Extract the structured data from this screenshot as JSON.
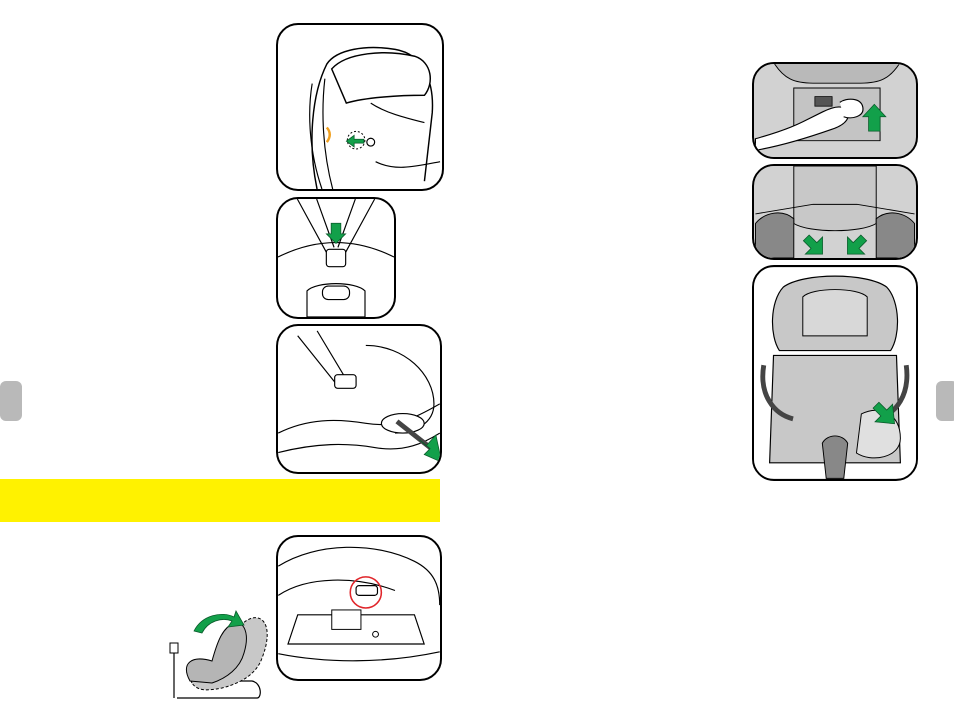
{
  "page": {
    "left_tab_color": "#b9b9b9",
    "right_tab_color": "#b9b9b9",
    "banner": {
      "color": "#fff200",
      "text": ""
    }
  },
  "figures": {
    "left_column": [
      {
        "name": "headrest-release",
        "icon": "headrest-arrow-icon"
      },
      {
        "name": "buckle-release",
        "icon": "buckle-arrow-icon"
      },
      {
        "name": "strap-pull",
        "icon": "strap-pull-arrow-icon"
      }
    ],
    "bottom_left": [
      {
        "name": "recline-seat",
        "icon": "recline-curved-arrow-icon"
      },
      {
        "name": "isofix-base-detail",
        "icon": "isofix-circle-icon"
      }
    ],
    "right_column": [
      {
        "name": "headrest-adjust-hand",
        "icon": "hand-push-icon"
      },
      {
        "name": "shoulder-pad-release",
        "icon": "double-arrow-icon"
      },
      {
        "name": "cover-removal",
        "icon": "cover-peel-arrow-icon"
      }
    ]
  },
  "colors": {
    "arrow_green": "#12a04a",
    "accent_orange": "#f0a020",
    "highlight_red": "#e0252a",
    "seat_gray": "#c8c8c8"
  }
}
